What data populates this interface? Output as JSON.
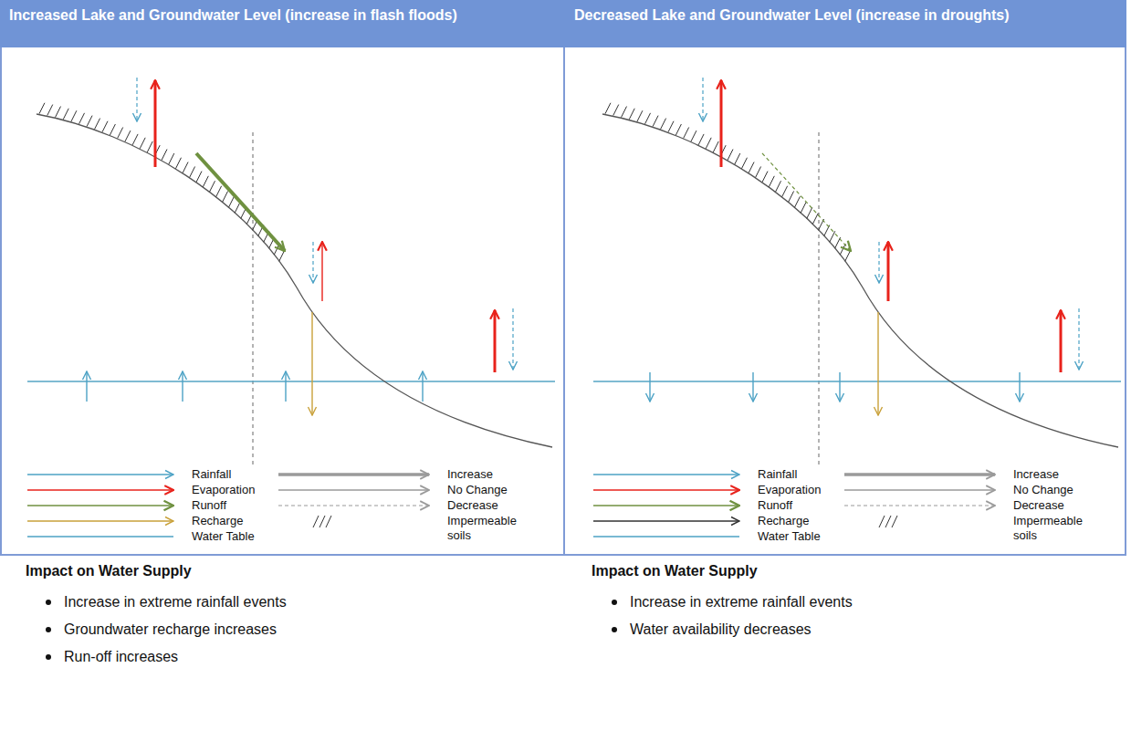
{
  "diagram": {
    "nodes": [
      {
        "text": [
          "Increased Lake and Groundwater Level (increase in flash floods)"
        ]
      },
      {
        "text": [
          "Decreased Lake and Groundwater Level (increase in droughts)"
        ]
      }
    ],
    "labels": [
      "Impact on Water Supply",
      "Increase in extreme rainfall events",
      "Groundwater recharge increases",
      "Run-off increases",
      "Impact on Water Supply",
      "Increase in extreme rainfall events",
      "Water availability decreases"
    ],
    "legend": [
      {
        "text": "Rainfall"
      },
      {
        "text": "Evaporation"
      },
      {
        "text": "Runoff"
      },
      {
        "text": "Recharge"
      },
      {
        "text": "Water Table"
      },
      {
        "text": "Increase"
      },
      {
        "text": "No Change"
      },
      {
        "text": "Decrease"
      },
      {
        "text": "Impermeable soils"
      },
      {
        "text": "Rainfall"
      },
      {
        "text": "Evaporation"
      },
      {
        "text": "Runoff"
      },
      {
        "text": "Recharge"
      },
      {
        "text": "Water Table"
      },
      {
        "text": "Increase"
      },
      {
        "text": "No Change"
      },
      {
        "text": "Decrease"
      },
      {
        "text": "Impermeable soils"
      }
    ]
  }
}
